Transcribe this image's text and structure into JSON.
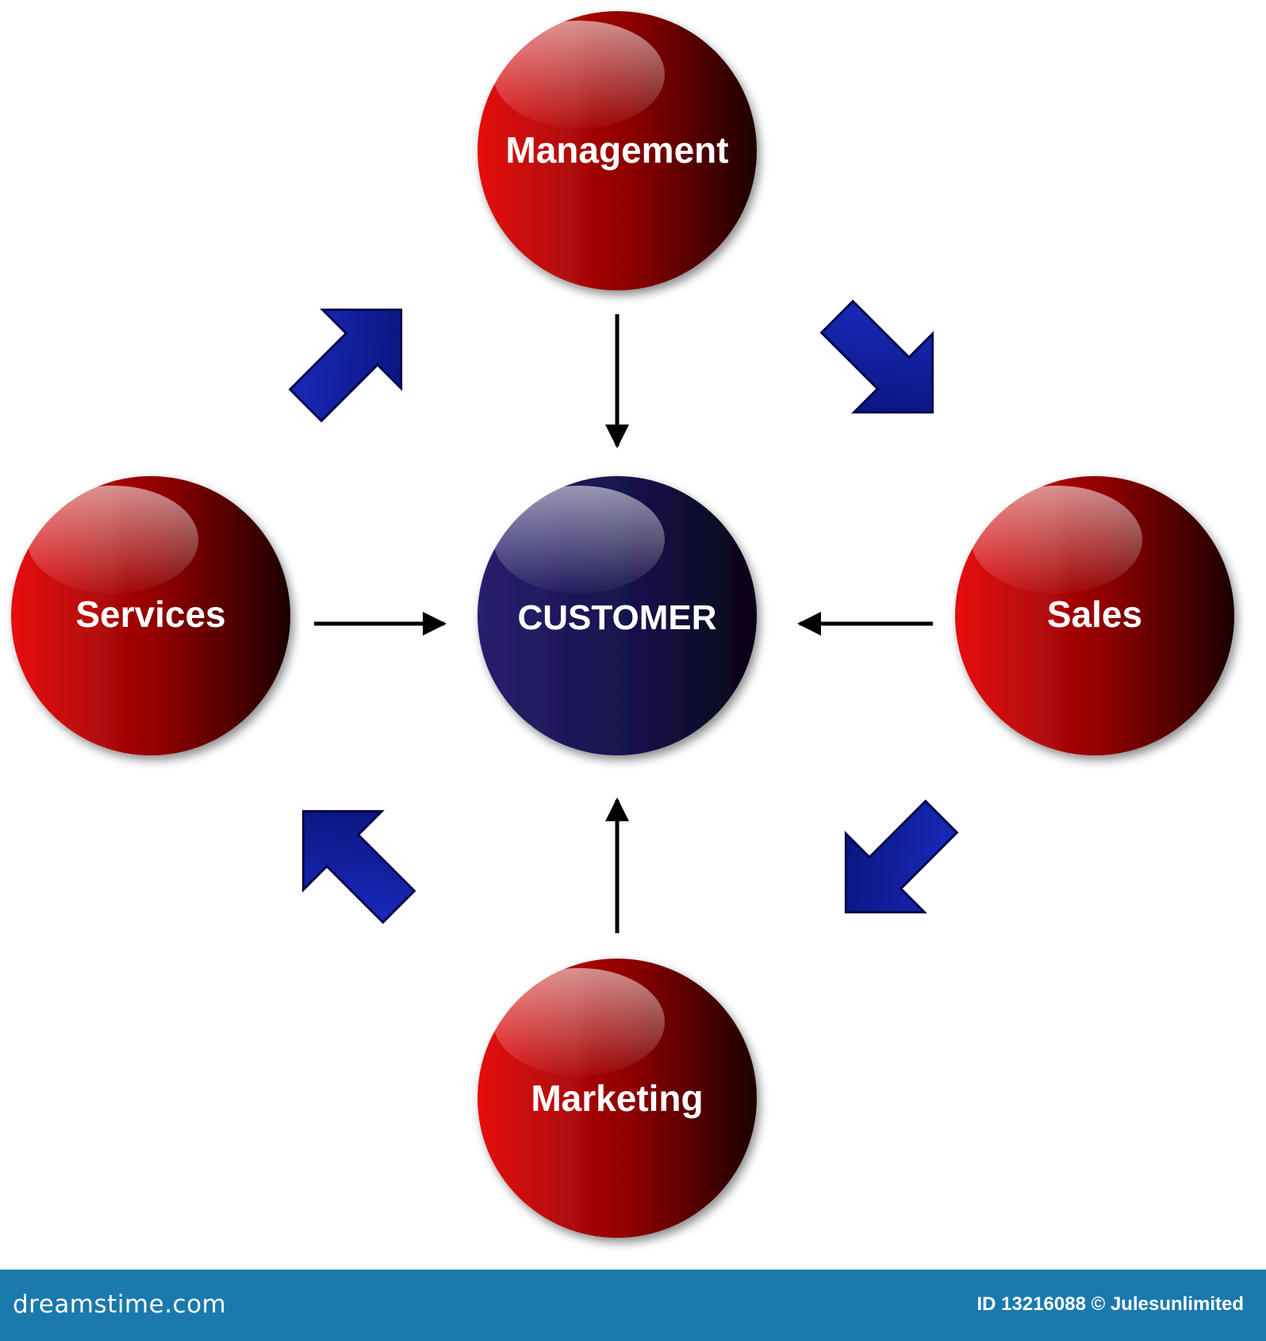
{
  "diagram": {
    "center": "CUSTOMER",
    "top": "Management",
    "right": "Sales",
    "bottom": "Marketing",
    "left": "Services"
  },
  "colors": {
    "red_node": "#c40a0a",
    "blue_node": "#1c1458",
    "arrow_blue": "#0c1aa6"
  },
  "footer": {
    "logo": "dreamstime.com",
    "credit": "ID 13216088 © Julesunlimited"
  }
}
